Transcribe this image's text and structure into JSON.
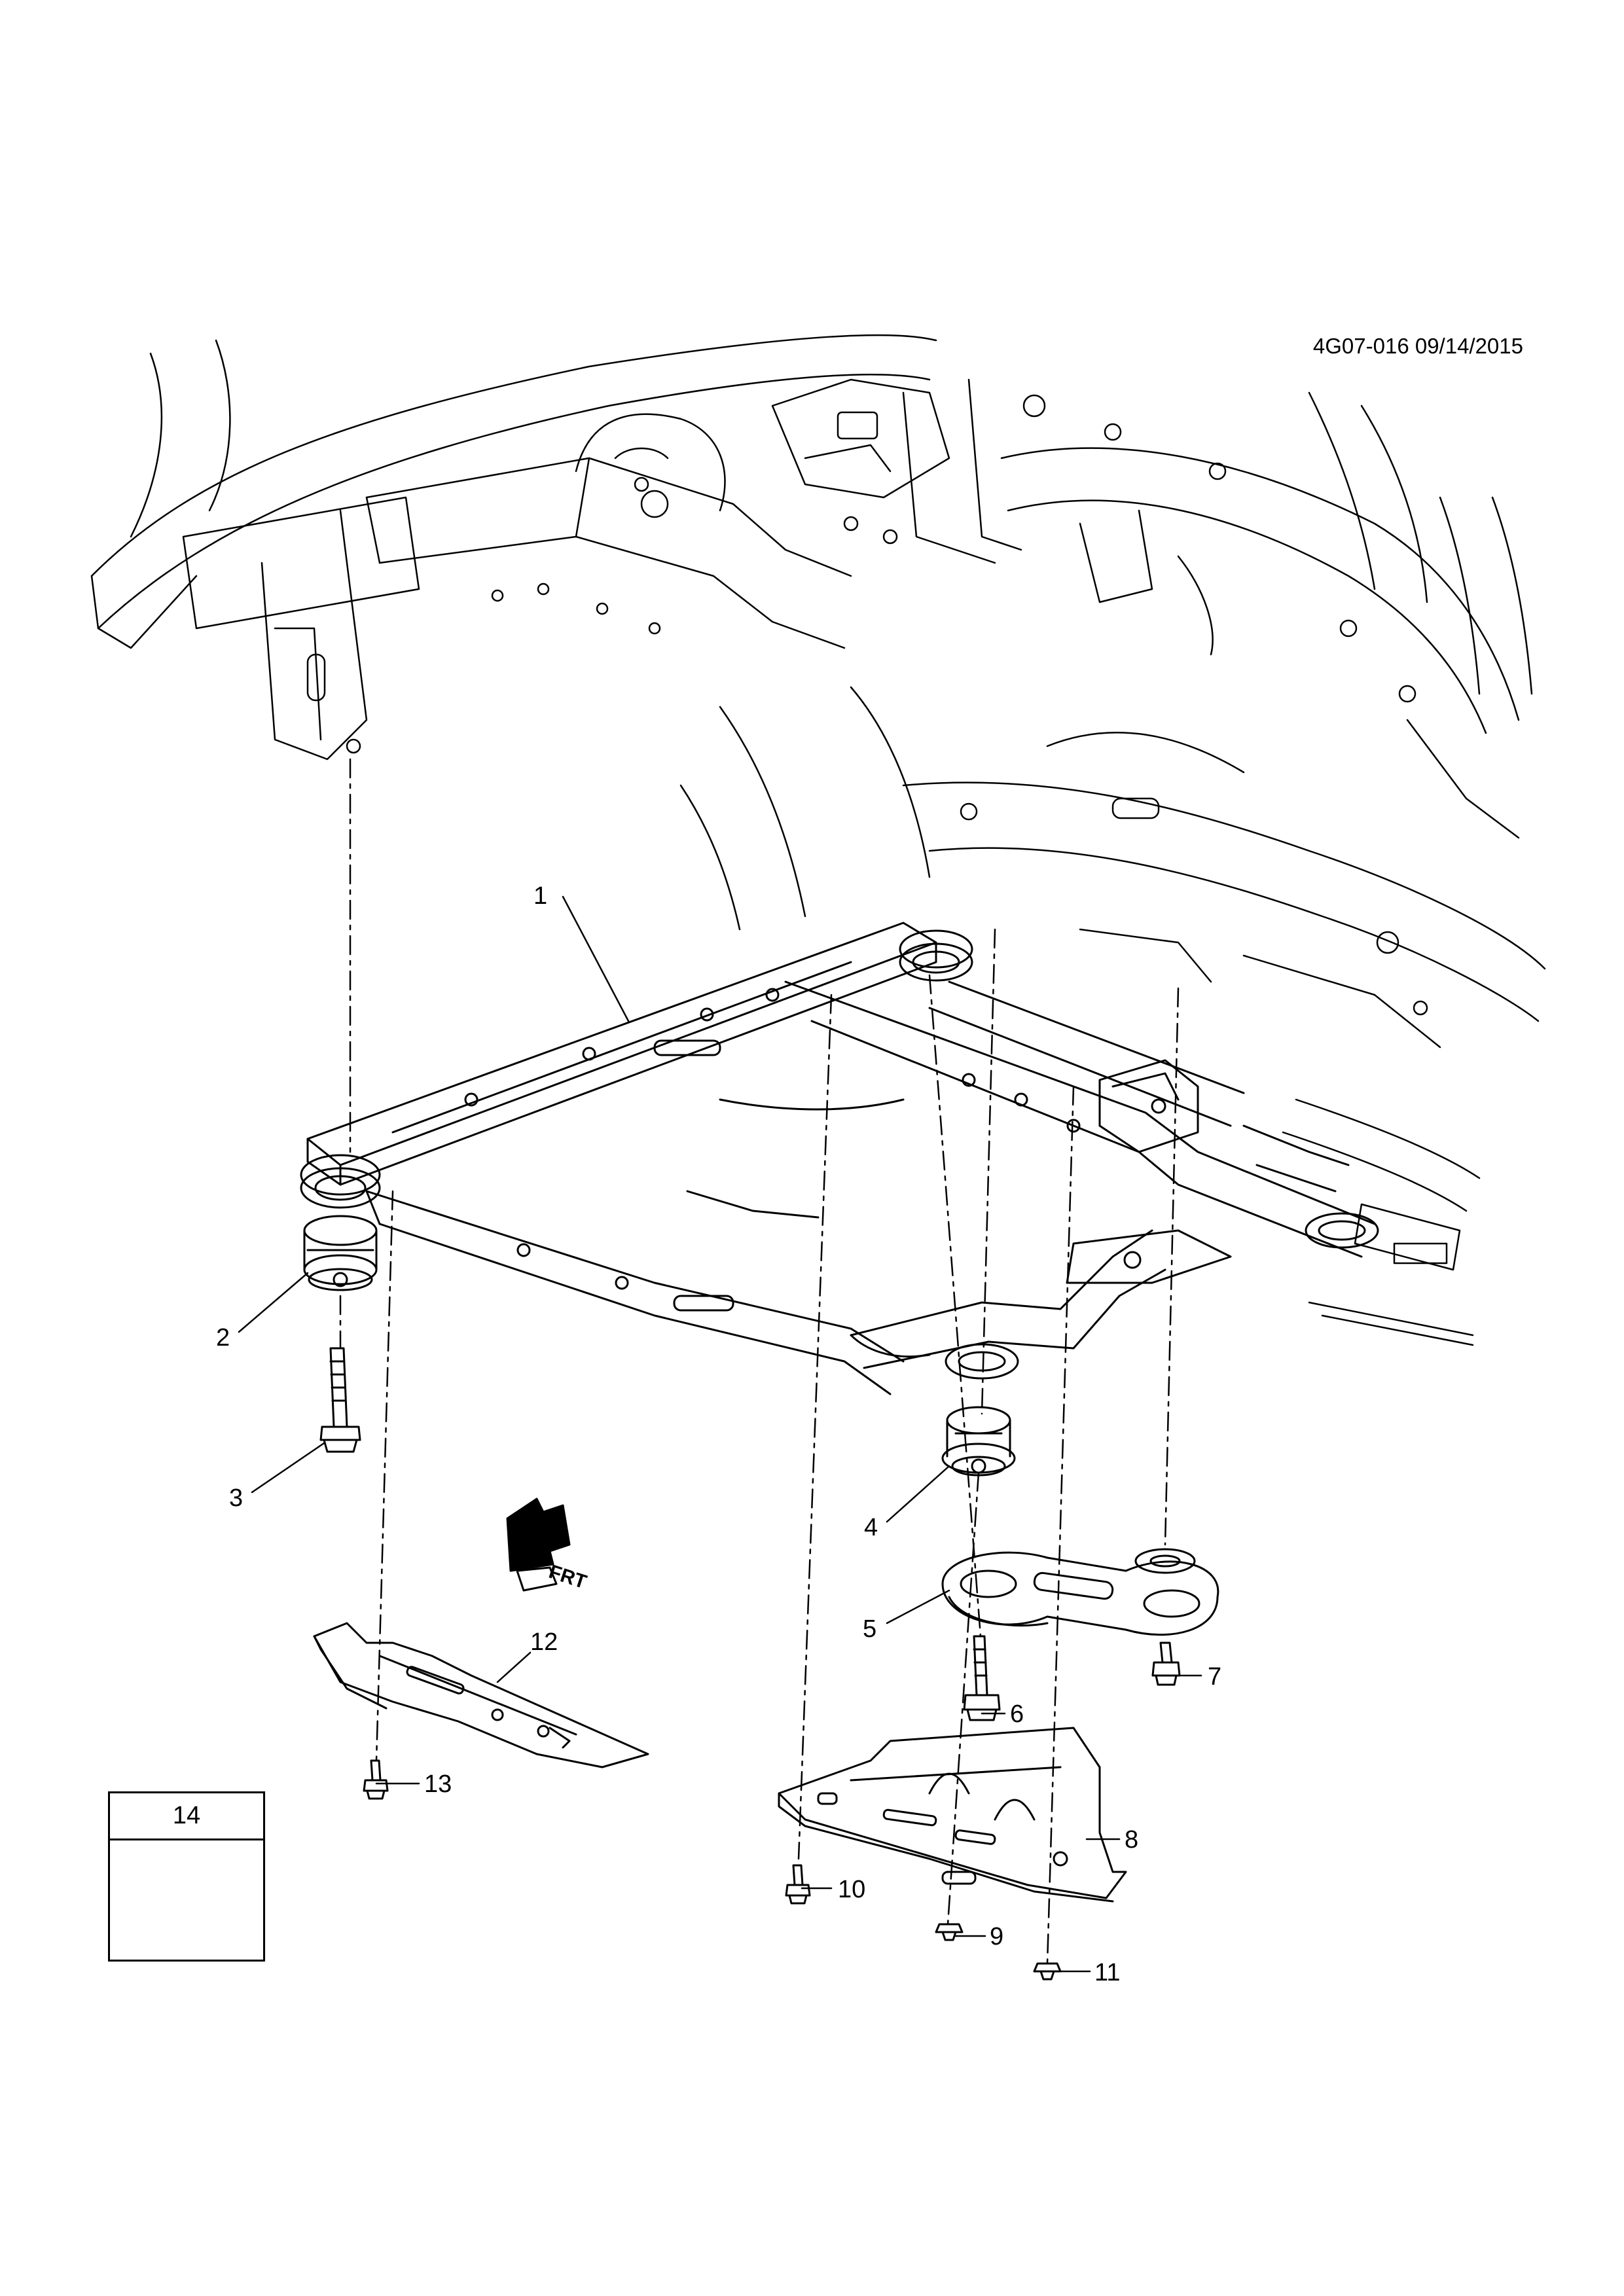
{
  "document": {
    "id_date": "4G07-016 09/14/2015"
  },
  "callouts": {
    "c1": "1",
    "c2": "2",
    "c3": "3",
    "c4": "4",
    "c5": "5",
    "c6": "6",
    "c7": "7",
    "c8": "8",
    "c9": "9",
    "c10": "10",
    "c11": "11",
    "c12": "12",
    "c13": "13",
    "c14": "14"
  },
  "direction_indicator": {
    "label": "FRT"
  },
  "style": {
    "line_color": "#000000",
    "background": "#ffffff"
  }
}
